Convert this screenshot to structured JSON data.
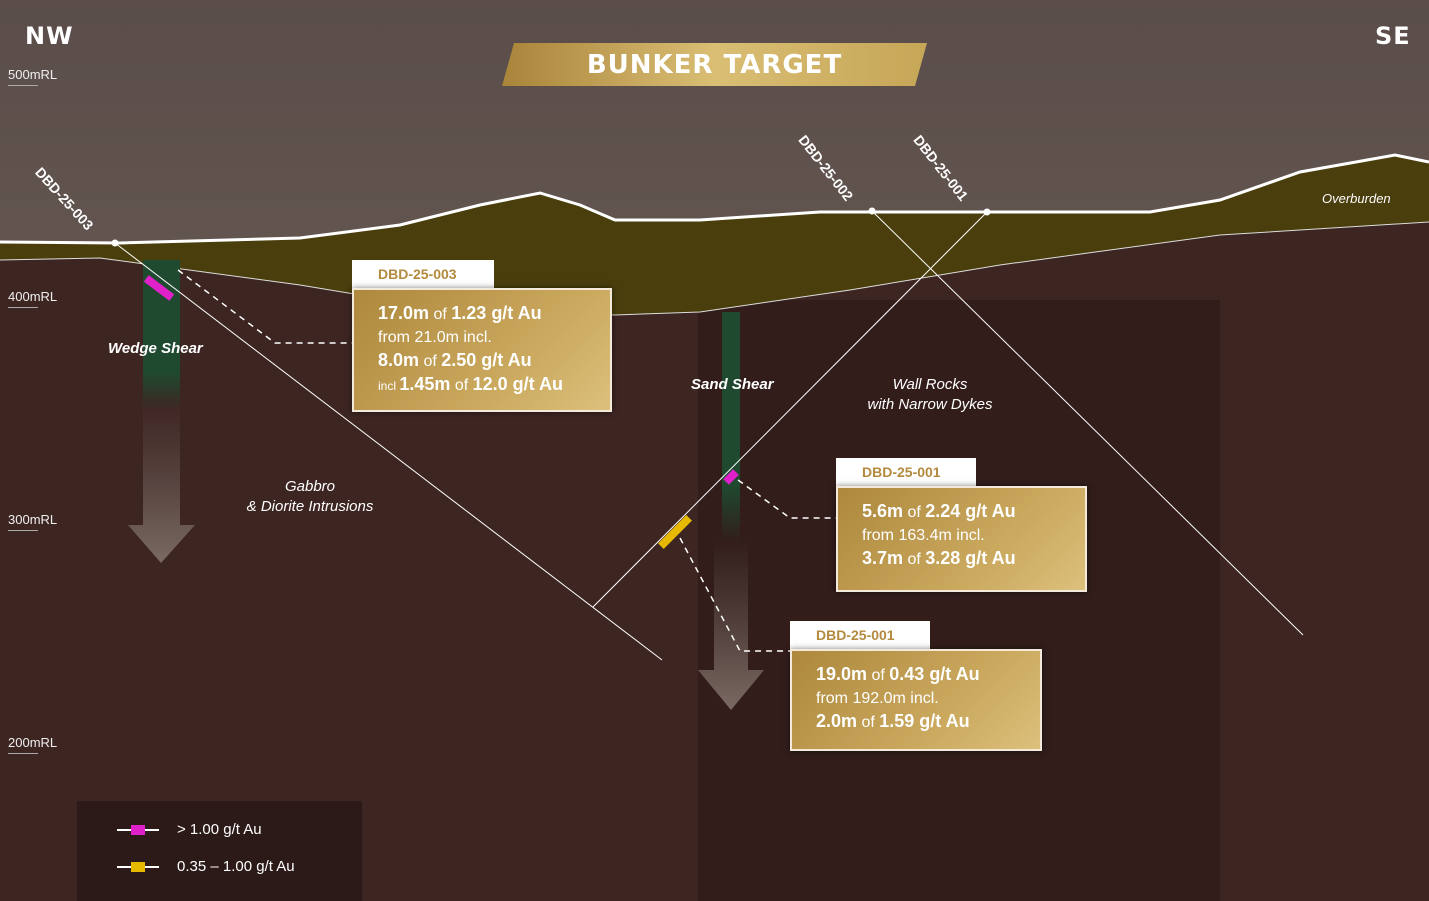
{
  "title": "BUNKER TARGET",
  "directions": {
    "left": "NW",
    "right": "SE"
  },
  "rl_labels": [
    "500mRL",
    "400mRL",
    "300mRL",
    "200mRL"
  ],
  "drill_holes": [
    "DBD-25-003",
    "DBD-25-002",
    "DBD-25-001"
  ],
  "units": {
    "overburden": "Overburden",
    "wedge_shear": "Wedge Shear",
    "sand_shear": "Sand Shear",
    "wall_rocks": [
      "Wall Rocks",
      "with Narrow Dykes"
    ],
    "gabbro": [
      "Gabbro",
      "& Diorite Intrusions"
    ]
  },
  "intercepts": [
    {
      "hole": "DBD-25-003",
      "lines": [
        {
          "a": "17.0m",
          "of": " of ",
          "b": "1.23 g/t Au"
        },
        {
          "plain": "from 21.0m incl."
        },
        {
          "a": "8.0m",
          "of": " of ",
          "b": "2.50 g/t Au"
        },
        {
          "pre": "incl ",
          "a": "1.45m",
          "of": " of ",
          "b": "12.0 g/t Au"
        }
      ]
    },
    {
      "hole": "DBD-25-001",
      "lines": [
        {
          "a": "5.6m",
          "of": " of ",
          "b": "2.24 g/t Au"
        },
        {
          "plain": "from 163.4m incl."
        },
        {
          "a": "3.7m",
          "of": " of ",
          "b": "3.28 g/t Au"
        }
      ]
    },
    {
      "hole": "DBD-25-001",
      "lines": [
        {
          "a": "19.0m",
          "of": " of ",
          "b": "0.43 g/t Au"
        },
        {
          "plain": "from 192.0m incl."
        },
        {
          "a": "2.0m",
          "of": " of ",
          "b": "1.59 g/t Au"
        }
      ]
    }
  ],
  "legend": [
    {
      "label": "> 1.00 g/t Au",
      "color": "#e020c8"
    },
    {
      "label": "0.35 – 1.00 g/t Au",
      "color": "#e6b800"
    }
  ]
}
